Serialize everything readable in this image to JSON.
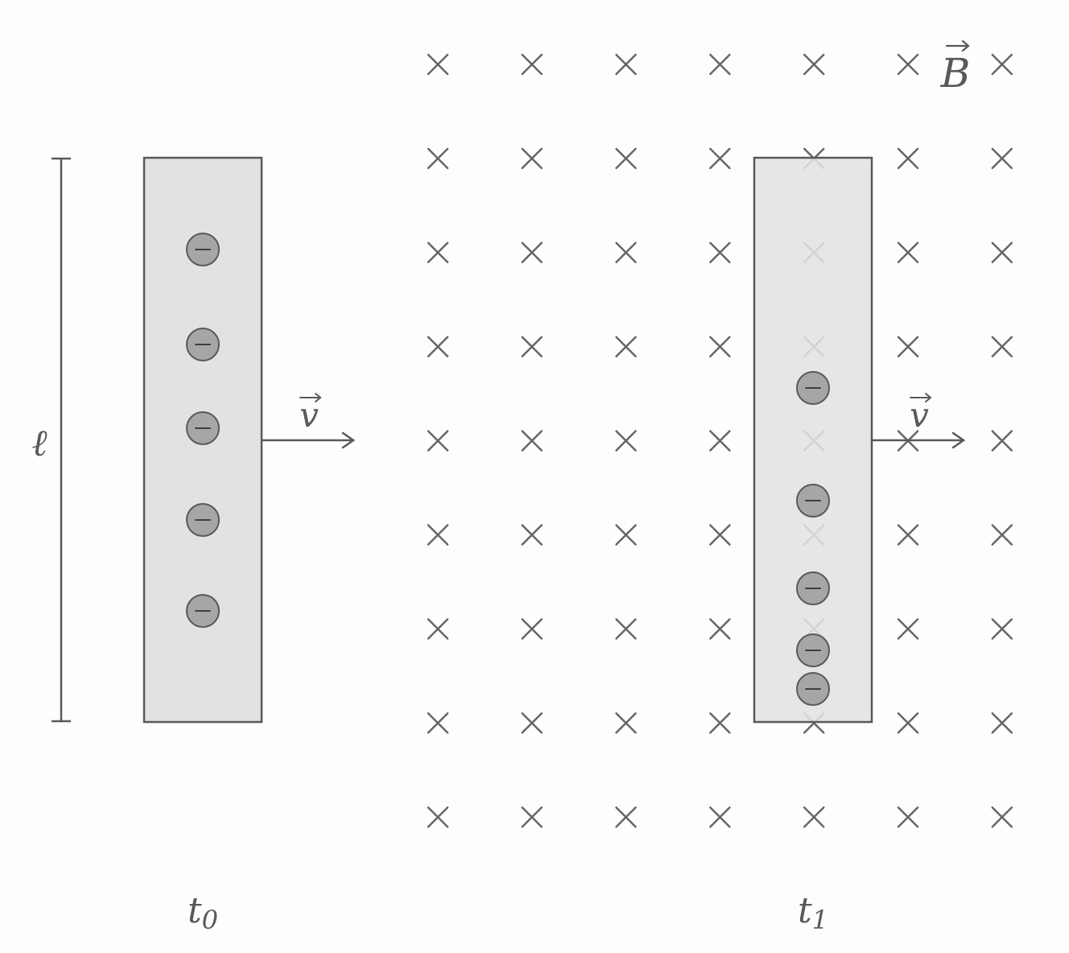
{
  "labels": {
    "length": "ℓ",
    "velocity_left": "v",
    "velocity_right": "v",
    "field": "B",
    "time_left_base": "t",
    "time_left_sub": "0",
    "time_right_base": "t",
    "time_right_sub": "1"
  },
  "symbols": {
    "charge_sign": "−",
    "field_mark": "×"
  },
  "charges": {
    "left_count": 5,
    "right_count": 5
  },
  "field_grid": {
    "columns": 7,
    "rows": 9
  },
  "colors": {
    "background": "#fdfdfd",
    "rod_fill": "#e2e2e2",
    "stroke": "#595959",
    "charge_fill": "#a6a6a6",
    "field_mark": "#666666"
  }
}
